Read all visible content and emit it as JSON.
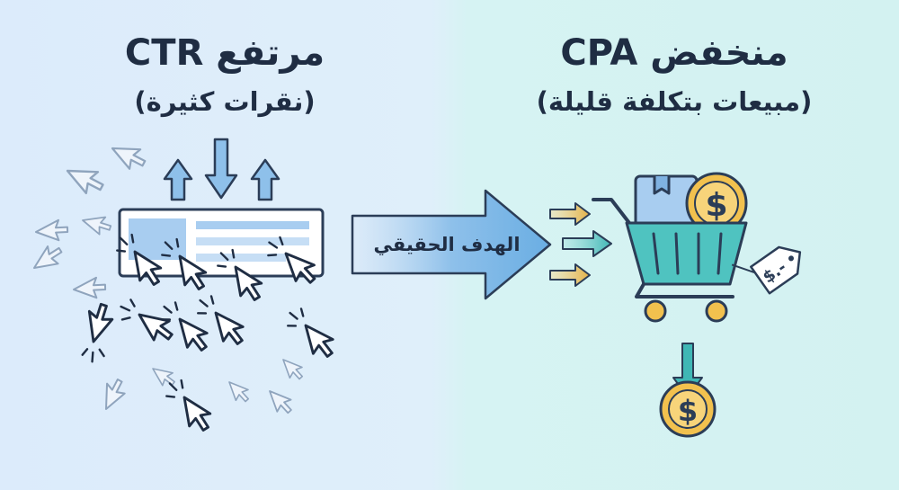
{
  "left": {
    "title": "CTR مرتفع",
    "subtitle": "(نقرات كثيرة)"
  },
  "right": {
    "title": "CPA منخفض",
    "subtitle": "(مبيعات بتكلفة قليلة)"
  },
  "center_arrow": {
    "label": "الهدف الحقيقي"
  },
  "icons": {
    "ad_banner": "ad-banner-icon",
    "cursor": "mouse-pointer-icon",
    "cart": "shopping-cart-icon",
    "coin": "dollar-coin-icon",
    "price_tag": "price-tag-icon",
    "package": "package-box-icon"
  },
  "price_tag_text": "$.-",
  "coin_symbol": "$",
  "colors": {
    "dark": "#1f2d43",
    "blue_arrow": "#8ec0ea",
    "teal": "#3fb7b5",
    "gold": "#f2c14e",
    "gold_arrow": "#e4b145"
  }
}
